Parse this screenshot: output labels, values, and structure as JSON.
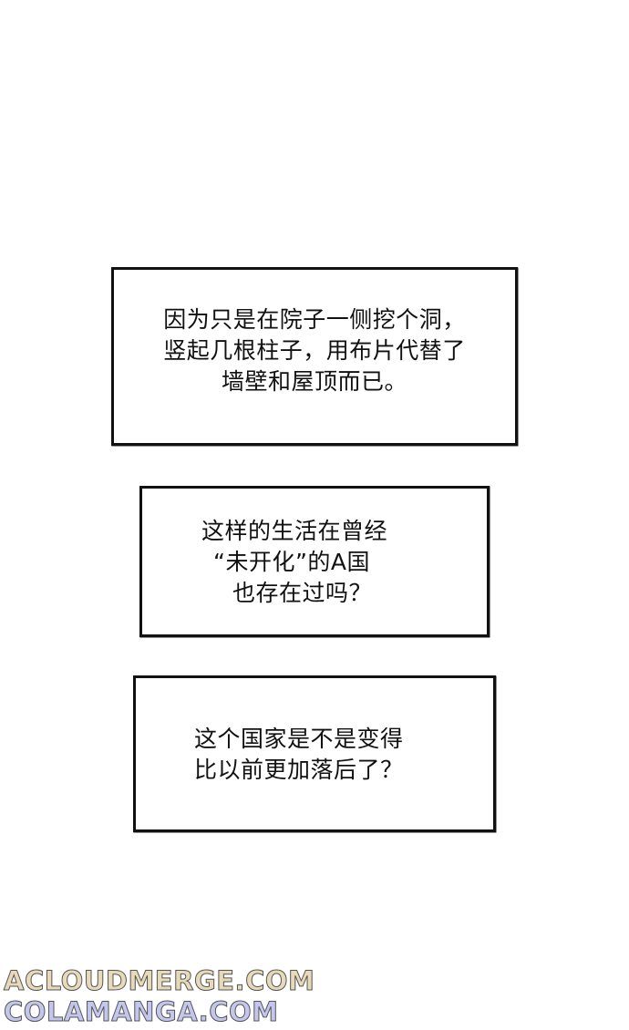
{
  "captions": [
    {
      "lines": [
        "因为只是在院子一侧挖个洞，",
        "竖起几根柱子，用布片代替了",
        "墙壁和屋顶而已。"
      ]
    },
    {
      "lines": [
        "这样的生活在曾经",
        "“未开化”的A国",
        "也存在过吗？"
      ]
    },
    {
      "lines": [
        "这个国家是不是变得",
        "比以前更加落后了？"
      ]
    }
  ],
  "watermarks": [
    {
      "text": "ACLOUDMERGE.COM",
      "color": "#e8d9b8"
    },
    {
      "text": "COLAMANGA.COM",
      "color": "#c4c6ee"
    }
  ]
}
